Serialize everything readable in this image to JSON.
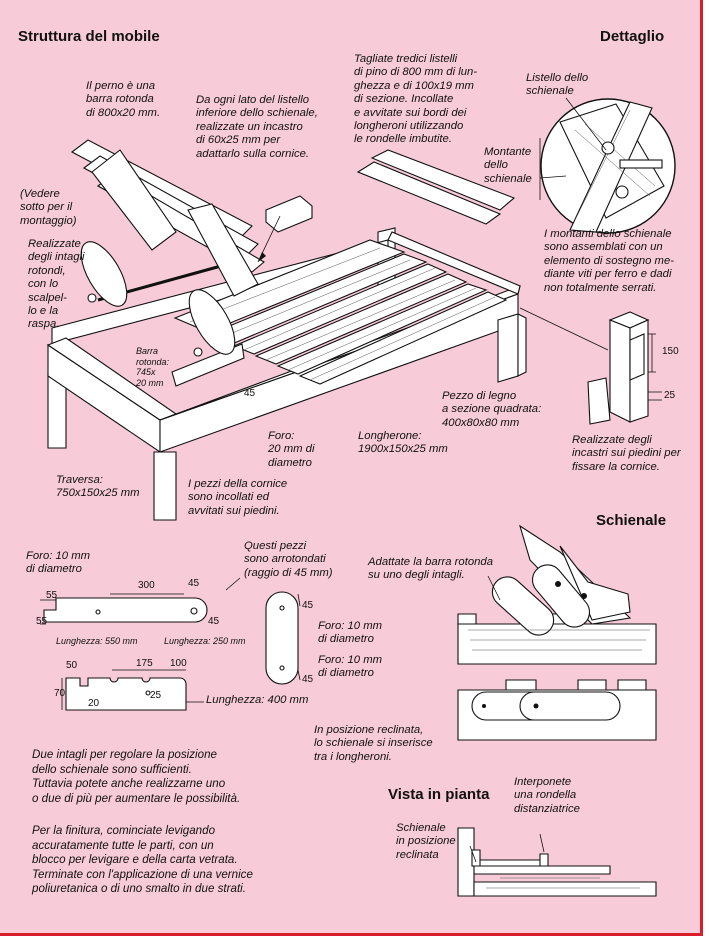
{
  "colors": {
    "background": "#f7cbd8",
    "border": "#d81e2b",
    "ink": "#111111"
  },
  "headings": {
    "structure": "Struttura del mobile",
    "detail": "Dettaglio",
    "backrest": "Schienale",
    "plan": "Vista in pianta"
  },
  "structure": {
    "perno": "Il perno è una\nbarra rotonda\ndi 800x20 mm.",
    "incastro": "Da ogni lato del listello\ninferiore dello schienale,\nrealizzate un incastro\ndi 60x25 mm per\nadattarlo sulla cornice.",
    "listelli": "Tagliate tredici listelli\ndi pino di 800 mm di lun-\nghezza e di 100x19 mm\ndi sezione. Incollate\ne avvitate sui bordi dei\nlongheroni utilizzando\nle rondelle imbutite.",
    "vedere": "(Vedere\nsotto per il\nmontaggio)",
    "intagli": "Realizzate\ndegli intagli\nrotondi,\ncon lo\nscalpel-\nlo e la\nraspa.",
    "barra": "Barra\nrotonda:\n745x\n20 mm",
    "dim45": "45",
    "foro": "Foro:\n20 mm di\ndiametro",
    "longherone": "Longherone:\n1900x150x25 mm",
    "traversa": "Traversa:\n750x150x25 mm",
    "cornice": "I pezzi della cornice\nsono incollati ed\navvitati sui piedini.",
    "pezzo": "Pezzo di legno\na sezione quadrata:\n400x80x80 mm",
    "piedini": "Realizzate degli\nincastri sui piedini per\nfissare la cornice.",
    "dim150": "150",
    "dim25": "25"
  },
  "detail": {
    "listello_label": "Listello dello\nschienale",
    "montante_label": "Montante\ndello\nschienale",
    "montanti_text": "I montanti dello schienale\nsono assemblati con un\nelemento di sostegno me-\ndiante viti per ferro e dadi\nnon totalmente serrati."
  },
  "parts": {
    "foro_left": "Foro: 10 mm\ndi diametro",
    "arrotondati": "Questi pezzi\nsono arrotondati\n(raggio di 45 mm)",
    "d300": "300",
    "d45a": "45",
    "d55a": "55",
    "d55b": "55",
    "d45b": "45",
    "len550": "Lunghezza: 550 mm",
    "len250": "Lunghezza: 250 mm",
    "d45c": "45",
    "foro_r1": "Foro: 10 mm\ndi diametro",
    "d45d": "45",
    "foro_r2": "Foro: 10 mm\ndi diametro",
    "d50": "50",
    "d175": "175",
    "d100": "100",
    "d70": "70",
    "d20": "20",
    "d25": "25",
    "len400": "Lunghezza: 400 mm"
  },
  "backrest": {
    "adattate": "Adattate la barra rotonda\nsu uno degli intagli.",
    "reclinata": "In posizione reclinata,\nlo schienale si inserisce\ntra i longheroni."
  },
  "plan": {
    "interponete": "Interponete\nuna rondella\ndistanziatrice",
    "schienale_rec": "Schienale\nin posizione\nreclinata"
  },
  "notes": {
    "p1": "Due intagli per regolare la posizione\ndello schienale sono sufficienti.\nTuttavia potete anche realizzarne uno\no due di più per aumentare le possibilità.",
    "p2": "Per la finitura, cominciate levigando\naccuratamente tutte le parti, con un\nblocco per levigare e della carta vetrata.\nTerminate con l'applicazione di una vernice\npoliuretanica o di uno smalto in due strati."
  }
}
